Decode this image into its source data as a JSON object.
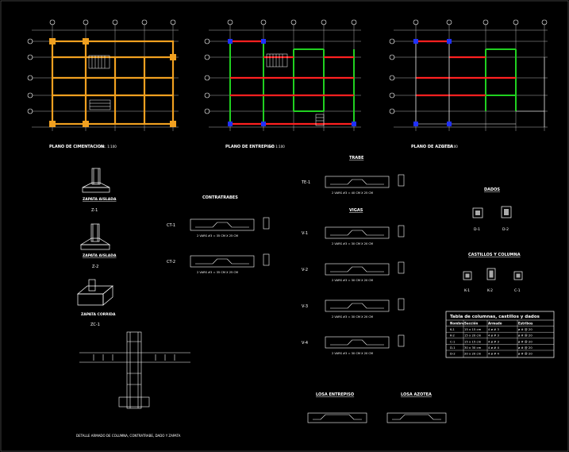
{
  "colors": {
    "background": "#000000",
    "line": "#ffffff",
    "foundation_beam": "#f0a020",
    "mezzanine_beam": "#ff2020",
    "column_frame": "#20d020",
    "column_marker": "#2030ff",
    "grid_bubble": "#ffffff"
  },
  "plans": {
    "foundation": {
      "title": "PLANO DE CIMENTACION",
      "scale": "esc. 1:100"
    },
    "mezzanine": {
      "title": "PLANO DE ENTREPISO",
      "scale": "esc. 1:100"
    },
    "roof": {
      "title": "PLANO DE AZOTEA",
      "scale": "esc. 1:100"
    }
  },
  "footings": {
    "z1": {
      "heading": "ZAPATA AISLADA",
      "code": "Z-1"
    },
    "z2": {
      "heading": "ZAPATA AISLADA",
      "code": "Z-2"
    },
    "zc": {
      "heading": "ZAPATA CORRIDA",
      "code": "ZC-1"
    }
  },
  "contratrabes": {
    "heading": "CONTRATRABES",
    "items": [
      {
        "tag": "CT-1",
        "spec": "2 VARS #3 = 35 CM X 25 CM"
      },
      {
        "tag": "CT-2",
        "spec": "2 VARS #3 = 35 CM X 25 CM"
      }
    ]
  },
  "trabe": {
    "heading": "TRABE",
    "items": [
      {
        "tag": "TE-1",
        "spec": "2 VARS #3 = 40 CM X 25 CM"
      }
    ]
  },
  "vigas": {
    "heading": "VIGAS",
    "items": [
      {
        "tag": "V-1",
        "spec": "2 VARS #3 = 30 CM X 20 CM"
      },
      {
        "tag": "V-2",
        "spec": "2 VARS #3 = 30 CM X 20 CM"
      },
      {
        "tag": "V-3",
        "spec": "2 VARS #3 = 30 CM X 20 CM"
      },
      {
        "tag": "V-4",
        "spec": "2 VARS #3 = 30 CM X 20 CM"
      }
    ]
  },
  "dados": {
    "heading": "DADOS",
    "items": [
      "D-1",
      "D-2"
    ]
  },
  "castillos": {
    "heading": "CASTILLOS Y COLUMNA",
    "items": [
      "K-1",
      "K-2",
      "C-1"
    ]
  },
  "table": {
    "title": "Tabla de columnas, castillos y dados",
    "headers": [
      "Nombre",
      "Sección",
      "Armado",
      "Estribos"
    ],
    "rows": [
      [
        "K-1",
        "15 x 15 cm",
        "4 ø # 3",
        "ø # @ 20"
      ],
      [
        "K-2",
        "15 x 20 cm",
        "4 ø # 3",
        "ø # @ 20"
      ],
      [
        "C-1",
        "15 x 15 cm",
        "4 ø # 3",
        "ø # @ 20"
      ],
      [
        "D-1",
        "30 x 30 cm",
        "4 ø # 4",
        "ø # @ 20"
      ],
      [
        "D-2",
        "20 x 20 cm",
        "4 ø # 4",
        "ø # @ 20"
      ]
    ]
  },
  "losas": {
    "entrepiso": "LOSA ENTREPISO",
    "azotea": "LOSA AZOTEA"
  },
  "detail_caption": "DETALLE ARMADO DE COLUMNA, CONTRATRABE, DADO Y ZAPATA"
}
